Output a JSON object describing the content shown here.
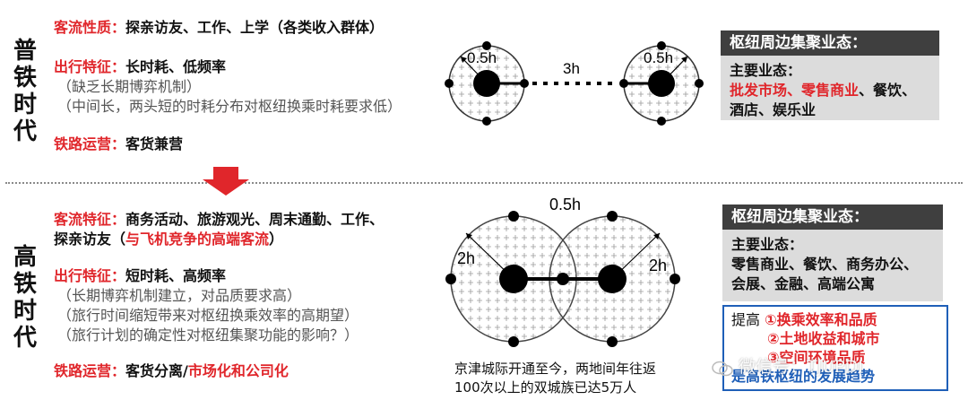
{
  "top": {
    "era_title": "普铁时代",
    "passenger_label": "客流性质：",
    "passenger_text": "探亲访友、工作、上学（各类收入群体）",
    "travel_label": "出行特征：",
    "travel_text": "长时耗、低频率",
    "travel_sub1": "（缺乏长期博弈机制）",
    "travel_sub2": "（中间长，两头短的时耗分布对枢纽换乘时耗要求低）",
    "ops_label": "铁路运营：",
    "ops_text": "客货兼营",
    "diagram": {
      "radius_left": "0.5h",
      "radius_right": "0.5h",
      "gap": "3h"
    },
    "panel_title": "枢纽周边集聚业态：",
    "panel_intro": "主要业态：",
    "panel_red": "批发市场、零售商业",
    "panel_after_red": "、餐饮、",
    "panel_line3": "酒店、娱乐业"
  },
  "bottom": {
    "era_title": "高铁时代",
    "passenger_label": "客流特征：",
    "passenger_text": "商务活动、旅游观光、周末通勤、工作、",
    "passenger_text2": "探亲访友（",
    "passenger_red": "与飞机竞争的高端客流",
    "passenger_close": "）",
    "travel_label": "出行特征：",
    "travel_text": "短时耗、高频率",
    "travel_sub1": "（长期博弈机制建立，对品质要求高）",
    "travel_sub2": "（旅行时间缩短带来对枢纽换乘效率的高期望）",
    "travel_sub3": "（旅行计划的确定性对枢纽集聚功能的影响？）",
    "ops_label": "铁路运营：",
    "ops_text": "客货分离/",
    "ops_red": "市场化和公司化",
    "diagram": {
      "top_label": "0.5h",
      "radius_left": "2h",
      "radius_right": "2h"
    },
    "caption1": "京津城际开通至今，两地间年往返",
    "caption2": "100次以上的双城族已达5万人",
    "panel_title": "枢纽周边集聚业态：",
    "panel_intro": "主要业态：",
    "panel_line2": "零售商业、餐饮、商务办公、",
    "panel_line3": "会展、金融、高端公寓",
    "goal_prefix": "提高",
    "goal1": "①换乘效率和品质",
    "goal2": "②土地收益和城市",
    "goal3": "③空间环境品质",
    "goal_conclusion": "是高铁枢纽的发展趋势",
    "watermark": "微信号：TJUPDI"
  },
  "colors": {
    "accent_red": "#e0262b",
    "panel_dark": "#3f3f3f",
    "panel_grey": "#dcdcdc",
    "blue": "#1f5fb8"
  }
}
